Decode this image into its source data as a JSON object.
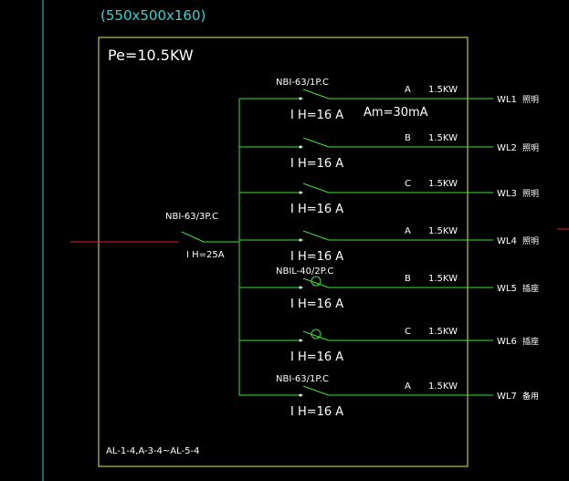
{
  "colors": {
    "background": "#000000",
    "text": "#ffffff",
    "wire": "#3fe03f",
    "box": "#e8e86a",
    "incoming": "#e02020",
    "dimension": "#39d0d0",
    "margin_line": "#39d0d0"
  },
  "cabinet": {
    "dimensions": "(550x500x160)",
    "power": "Pe=10.5KW",
    "panel_ids": "AL-1-4,A-3-4~AL-5-4"
  },
  "main_breaker": {
    "model": "NBI-63/3P.C",
    "rating": "I H=25A"
  },
  "rcd_note": "Am=30mA",
  "circuits": [
    {
      "breaker": "NBI-63/1P.C",
      "rating": "I H=16 A",
      "phase": "A",
      "power": "1.5KW",
      "wl": "WL1",
      "use": "照明",
      "rcd": false
    },
    {
      "breaker": "",
      "rating": "I H=16 A",
      "phase": "B",
      "power": "1.5KW",
      "wl": "WL2",
      "use": "照明",
      "rcd": false
    },
    {
      "breaker": "",
      "rating": "I H=16 A",
      "phase": "C",
      "power": "1.5KW",
      "wl": "WL3",
      "use": "照明",
      "rcd": false
    },
    {
      "breaker": "",
      "rating": "I H=16 A",
      "phase": "A",
      "power": "1.5KW",
      "wl": "WL4",
      "use": "照明",
      "rcd": false
    },
    {
      "breaker": "NBIL-40/2P.C",
      "rating": "I H=16 A",
      "phase": "B",
      "power": "1.5KW",
      "wl": "WL5",
      "use": "插座",
      "rcd": true
    },
    {
      "breaker": "",
      "rating": "I H=16 A",
      "phase": "C",
      "power": "1.5KW",
      "wl": "WL6",
      "use": "插座",
      "rcd": true
    },
    {
      "breaker": "NBI-63/1P.C",
      "rating": "I H=16 A",
      "phase": "A",
      "power": "1.5KW",
      "wl": "WL7",
      "use": "备用",
      "rcd": false
    }
  ]
}
